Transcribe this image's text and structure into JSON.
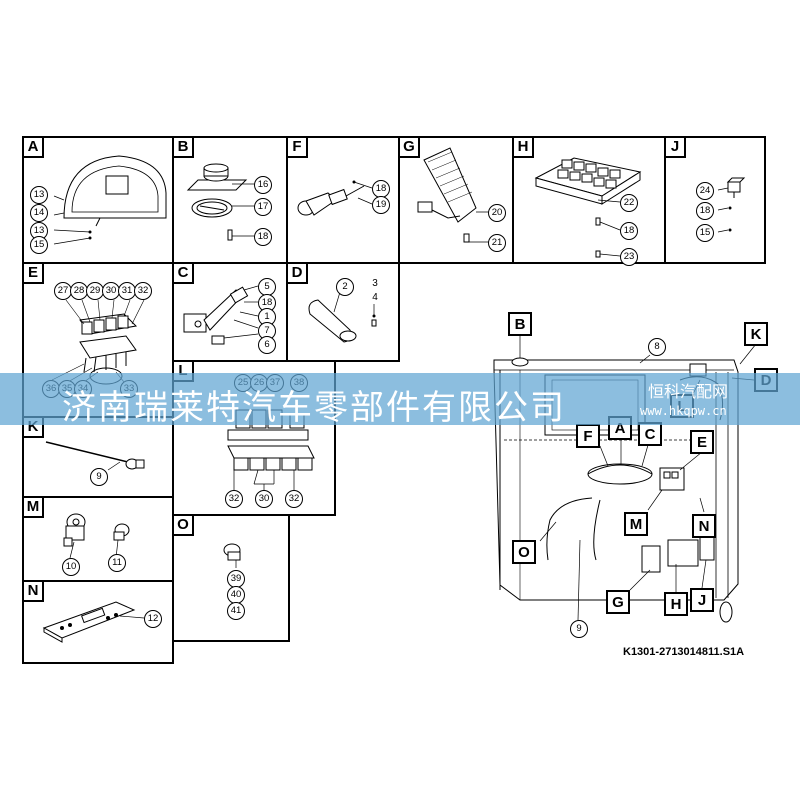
{
  "panels": {
    "A": {
      "label": "A",
      "callouts": [
        "13",
        "14",
        "13",
        "15"
      ]
    },
    "B": {
      "label": "B",
      "callouts": [
        "16",
        "17",
        "18"
      ]
    },
    "F": {
      "label": "F",
      "callouts": [
        "18",
        "19"
      ]
    },
    "G": {
      "label": "G",
      "callouts": [
        "20",
        "21"
      ]
    },
    "H": {
      "label": "H",
      "callouts": [
        "22",
        "18",
        "23"
      ]
    },
    "J": {
      "label": "J",
      "callouts": [
        "24",
        "18",
        "15"
      ]
    },
    "E": {
      "label": "E",
      "callouts_top": [
        "27",
        "28",
        "29",
        "30",
        "31",
        "32"
      ],
      "callouts_bottom": [
        "36",
        "35",
        "34",
        "33"
      ]
    },
    "C": {
      "label": "C",
      "callouts": [
        "5",
        "18",
        "1",
        "7",
        "6"
      ]
    },
    "D": {
      "label": "D",
      "callouts": [
        "2",
        "3",
        "4"
      ]
    },
    "L": {
      "label": "L",
      "callouts_top": [
        "25",
        "26",
        "37",
        "38"
      ],
      "callouts_bottom": [
        "32",
        "30",
        "32"
      ]
    },
    "K": {
      "label": "K",
      "callouts": [
        "9"
      ]
    },
    "M": {
      "label": "M",
      "callouts": [
        "10",
        "11"
      ]
    },
    "O": {
      "label": "O",
      "callouts": [
        "39",
        "40",
        "41"
      ]
    },
    "N": {
      "label": "N",
      "callouts": [
        "12"
      ]
    }
  },
  "main_view": {
    "labels": [
      "B",
      "K",
      "D",
      "L",
      "F",
      "A",
      "C",
      "E",
      "M",
      "N",
      "O",
      "G",
      "H",
      "J"
    ],
    "callouts": [
      "8",
      "9"
    ]
  },
  "part_number": "K1301-2713014811.S1A",
  "watermark": {
    "main_text": "济南瑞莱特汽车零部件有限公司",
    "site_name": "恒科汽配网",
    "site_url": "www.hkqpw.cn",
    "banner_color": "#5fa5d2"
  }
}
